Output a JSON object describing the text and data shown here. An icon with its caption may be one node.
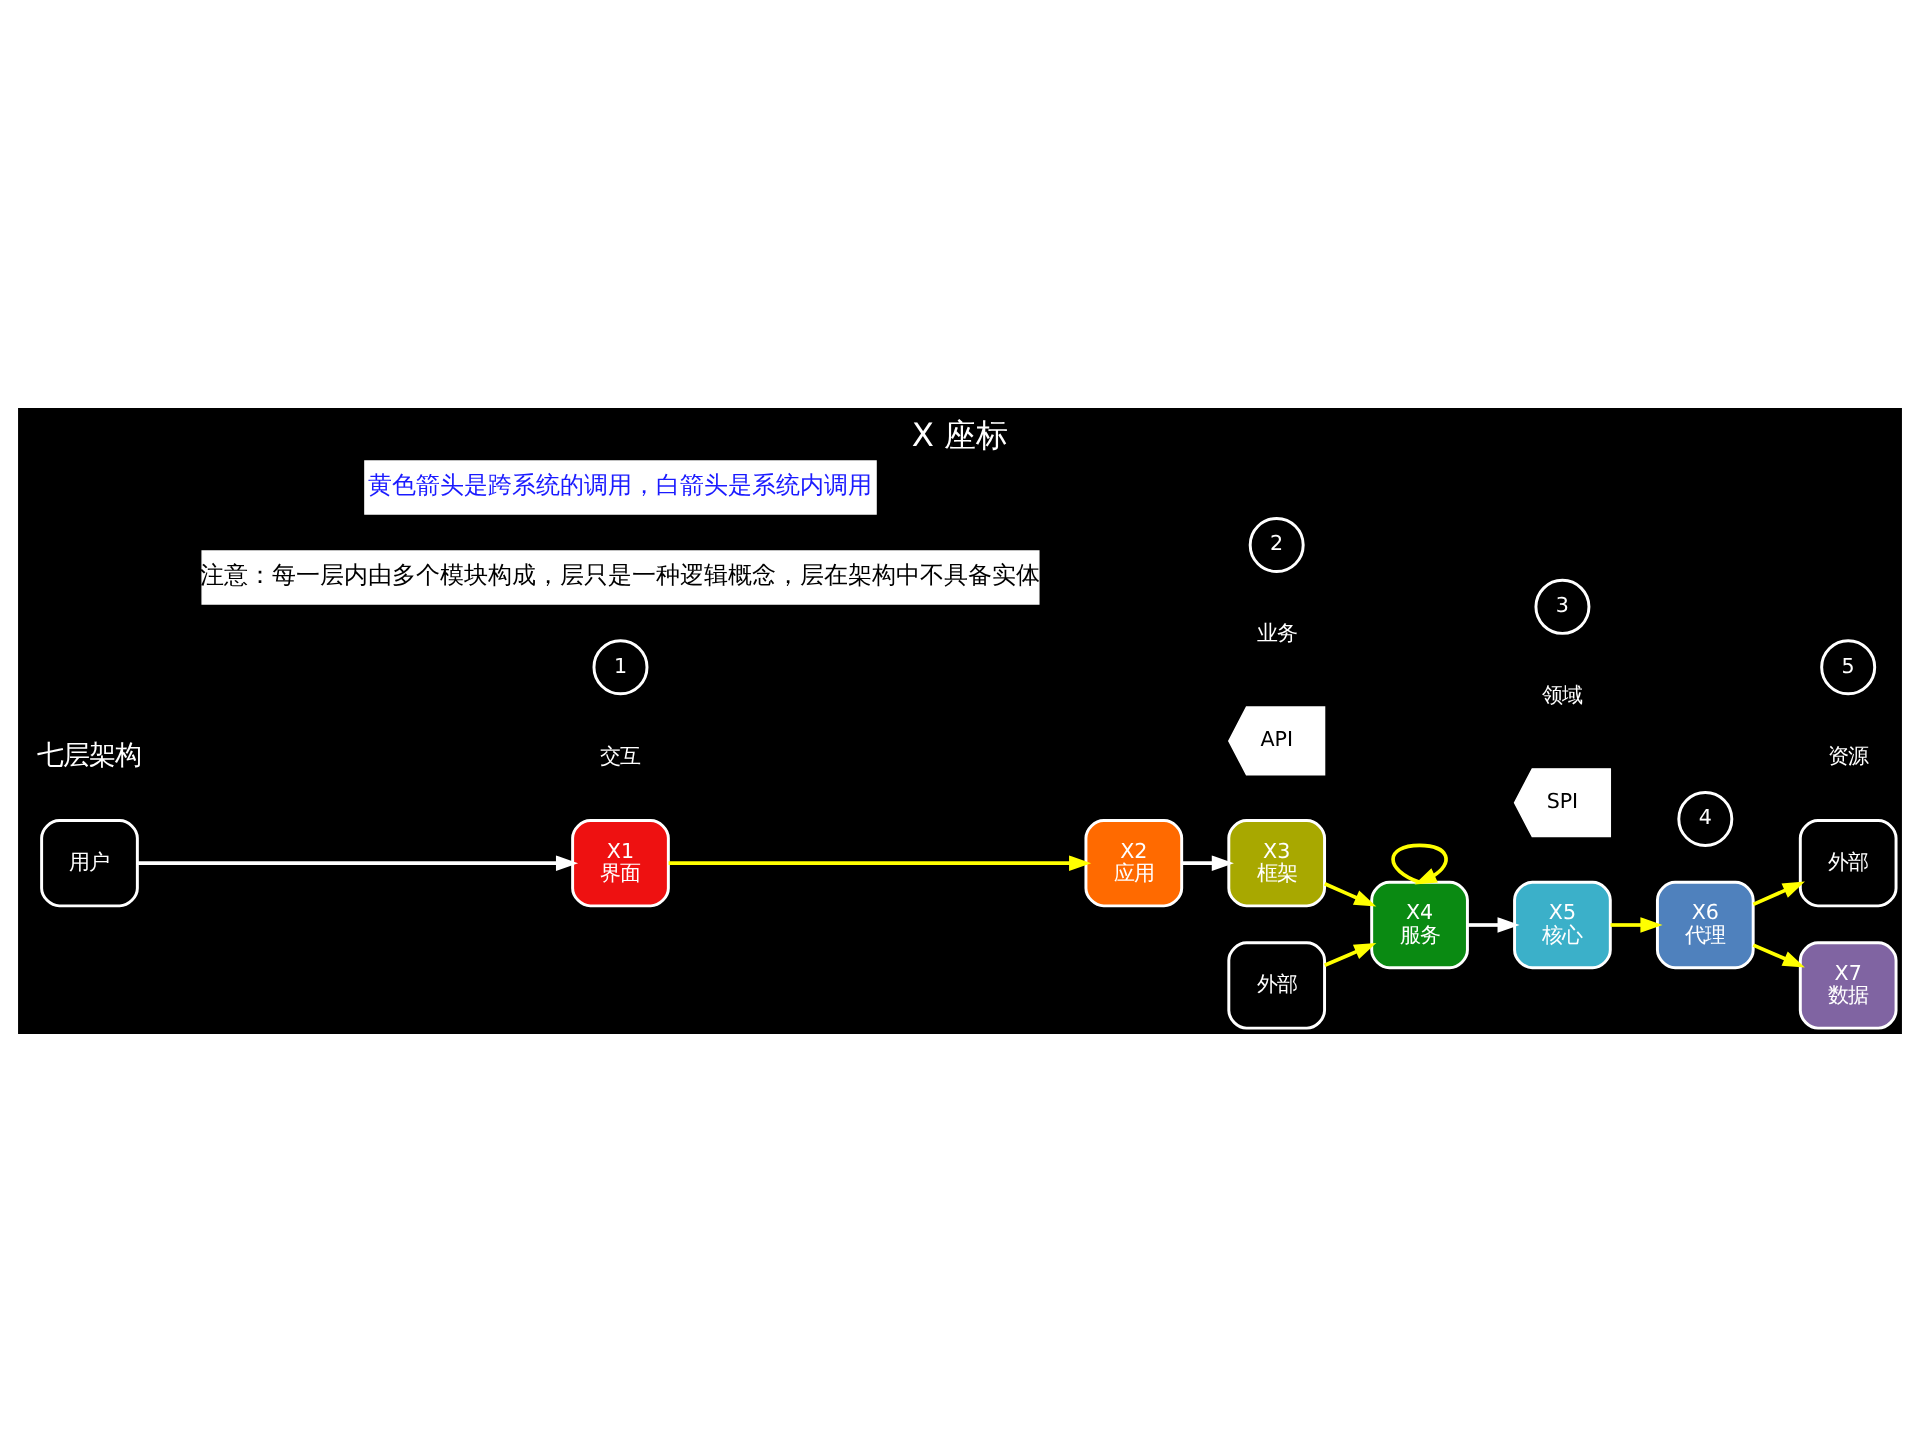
{
  "diagram": {
    "title": "X 座标",
    "nodes": [
      {
        "text": [
          "用户"
        ]
      },
      {
        "text": [
          "X1",
          "界面"
        ]
      },
      {
        "text": [
          "X2",
          "应用"
        ]
      },
      {
        "text": [
          "外部"
        ]
      },
      {
        "text": [
          "X3",
          "框架"
        ]
      },
      {
        "text": [
          "X4",
          "服务"
        ]
      },
      {
        "text": [
          "X5",
          "核心"
        ]
      },
      {
        "text": [
          "X6",
          "代理"
        ]
      },
      {
        "text": [
          "外部"
        ]
      },
      {
        "text": [
          "X7",
          "数据"
        ]
      },
      {
        "text": [
          "API"
        ]
      },
      {
        "text": [
          "SPI"
        ]
      }
    ],
    "edges": [
      {
        "from": 0,
        "to": 1,
        "arrow": "to",
        "color": "#ffffff"
      },
      {
        "from": 1,
        "to": 2,
        "arrow": "to"
      },
      {
        "from": 2,
        "to": 4,
        "arrow": "to",
        "color": "#ffffff"
      },
      {
        "from": 3,
        "to": 5,
        "arrow": "to"
      },
      {
        "from": 4,
        "to": 5,
        "arrow": "to"
      },
      {
        "from": 5,
        "to": 5,
        "arrow": "to"
      },
      {
        "from": 5,
        "to": 6,
        "arrow": "to",
        "color": "#ffffff"
      },
      {
        "from": 6,
        "to": 7,
        "arrow": "to"
      },
      {
        "from": 7,
        "to": 8,
        "arrow": "to"
      },
      {
        "from": 7,
        "to": 9,
        "arrow": "to"
      }
    ],
    "labels": [
      "七层架构",
      "交互",
      "业务",
      "领域",
      "资源",
      "1",
      "2",
      "3",
      "4",
      "5",
      "注意：每一层内由多个模块构成，层只是一种逻辑概念，层在架构中不具备实体",
      "黄色箭头是跨系统的调用，白箭头是系统内调用"
    ]
  }
}
